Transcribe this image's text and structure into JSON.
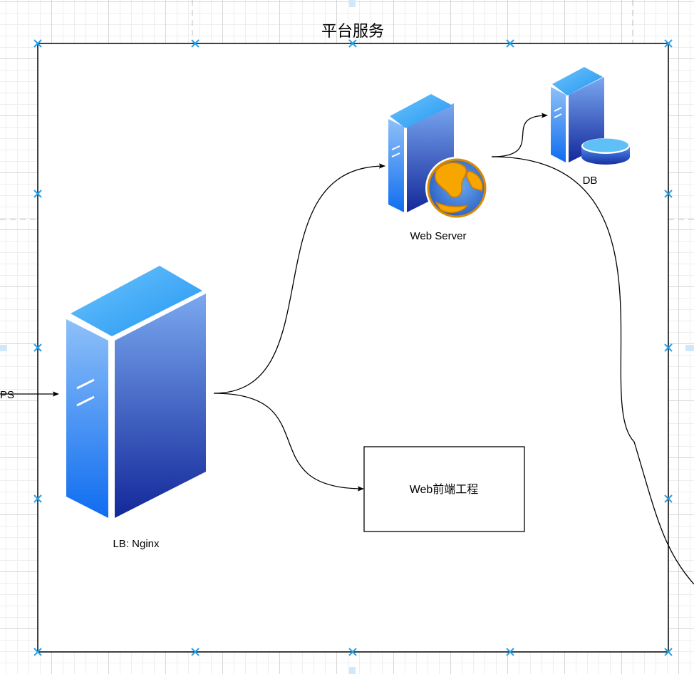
{
  "diagram": {
    "container_title": "平台服务",
    "incoming_label": "PS",
    "nodes": {
      "lb": {
        "label": "LB: Nginx",
        "icon": "server-icon"
      },
      "web_server": {
        "label": "Web Server",
        "icon": "web-server-globe-icon"
      },
      "db": {
        "label": "DB",
        "icon": "database-server-icon"
      },
      "frontend": {
        "label": "Web前端工程"
      }
    },
    "edges": [
      {
        "from": "external",
        "to": "lb"
      },
      {
        "from": "lb",
        "to": "web_server"
      },
      {
        "from": "lb",
        "to": "frontend"
      },
      {
        "from": "web_server",
        "to": "db"
      },
      {
        "from": "web_server",
        "to": "off-canvas"
      }
    ],
    "colors": {
      "server_light": "#7fb2f5",
      "server_dark": "#1a39a8",
      "server_top": "#3fa9f5",
      "globe_orange": "#f7a600",
      "selection_handle": "#29a0e6"
    }
  }
}
